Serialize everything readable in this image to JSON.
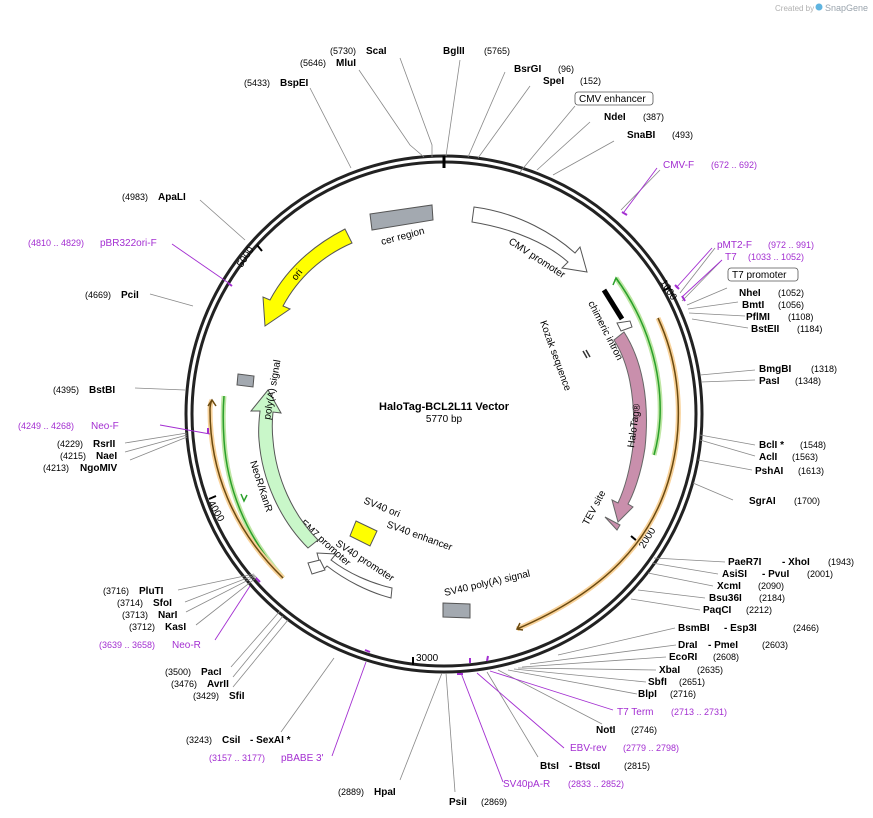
{
  "credit": {
    "created_by": "Created by",
    "brand": "SnapGene"
  },
  "map": {
    "title": "HaloTag-BCL2L11 Vector",
    "length_label": "5770 bp"
  },
  "ticks": [
    "1000",
    "2000",
    "3000",
    "4000",
    "5000"
  ],
  "features": {
    "cer_region": "cer region",
    "cmv_promoter": "CMV promoter",
    "chimeric_intron": "chimeric intron",
    "kozak": "Kozak sequence",
    "halotag": "HaloTag®",
    "tev": "TEV site",
    "sv40_polya": "SV40 poly(A) signal",
    "sv40_ori": "SV40 ori",
    "sv40_enhancer": "SV40 enhancer",
    "sv40_promoter": "SV40 promoter",
    "em7_promoter": "EM7 promoter",
    "neo": "NeoR/KanR",
    "polya_signal": "poly(A) signal",
    "ori": "ori"
  },
  "boxed_labels": {
    "cmv_enhancer": "CMV enhancer",
    "t7_promoter": "T7 promoter"
  },
  "enzymes": {
    "scai": {
      "name": "ScaI",
      "pos": "(5730)"
    },
    "mlui": {
      "name": "MluI",
      "pos": "(5646)"
    },
    "bspei": {
      "name": "BspEI",
      "pos": "(5433)"
    },
    "bglii": {
      "name": "BglII",
      "pos": "(5765)"
    },
    "bsrgi": {
      "name": "BsrGI",
      "pos": "(96)"
    },
    "spei": {
      "name": "SpeI",
      "pos": "(152)"
    },
    "ndei": {
      "name": "NdeI",
      "pos": "(387)"
    },
    "snabi": {
      "name": "SnaBI",
      "pos": "(493)"
    },
    "apali": {
      "name": "ApaLI",
      "pos": "(4983)"
    },
    "pcii": {
      "name": "PciI",
      "pos": "(4669)"
    },
    "bstbi": {
      "name": "BstBI",
      "pos": "(4395)"
    },
    "rsrii": {
      "name": "RsrII",
      "pos": "(4229)"
    },
    "naei": {
      "name": "NaeI",
      "pos": "(4215)"
    },
    "ngomiv": {
      "name": "NgoMIV",
      "pos": "(4213)"
    },
    "nhei": {
      "name": "NheI",
      "pos": "(1052)"
    },
    "bmti": {
      "name": "BmtI",
      "pos": "(1056)"
    },
    "pflmi": {
      "name": "PflMI",
      "pos": "(1108)"
    },
    "bsteii": {
      "name": "BstEII",
      "pos": "(1184)"
    },
    "bmgbi": {
      "name": "BmgBI",
      "pos": "(1318)"
    },
    "pasi": {
      "name": "PasI",
      "pos": "(1348)"
    },
    "bcli": {
      "name": "BclI *",
      "pos": "(1548)"
    },
    "acli": {
      "name": "AclI",
      "pos": "(1563)"
    },
    "pshai": {
      "name": "PshAI",
      "pos": "(1613)"
    },
    "sgrai": {
      "name": "SgrAI",
      "pos": "(1700)"
    },
    "paer7i": {
      "name": "PaeR7I",
      "name2": "- XhoI",
      "pos": "(1943)"
    },
    "asisi": {
      "name": "AsiSI",
      "name2": "- PvuI",
      "pos": "(2001)"
    },
    "xcmi": {
      "name": "XcmI",
      "pos": "(2090)"
    },
    "bsu36i": {
      "name": "Bsu36I",
      "pos": "(2184)"
    },
    "paqci": {
      "name": "PaqCI",
      "pos": "(2212)"
    },
    "bsmbi": {
      "name": "BsmBI",
      "name2": "- Esp3I",
      "pos": "(2466)"
    },
    "drai": {
      "name": "DraI",
      "name2": "- PmeI",
      "pos": "(2603)"
    },
    "ecori": {
      "name": "EcoRI",
      "pos": "(2608)"
    },
    "xbai": {
      "name": "XbaI",
      "pos": "(2635)"
    },
    "sbfi": {
      "name": "SbfI",
      "pos": "(2651)"
    },
    "blpi": {
      "name": "BlpI",
      "pos": "(2716)"
    },
    "noti": {
      "name": "NotI",
      "pos": "(2746)"
    },
    "btsi": {
      "name": "BtsI",
      "name2": "- BtsαI",
      "pos": "(2815)"
    },
    "psii": {
      "name": "PsiI",
      "pos": "(2869)"
    },
    "hpai": {
      "name": "HpaI",
      "pos": "(2889)"
    },
    "csii": {
      "name": "CsiI",
      "name2": "- SexAI *",
      "pos": "(3243)"
    },
    "sfii": {
      "name": "SfiI",
      "pos": "(3429)"
    },
    "avrii": {
      "name": "AvrII",
      "pos": "(3476)"
    },
    "paci": {
      "name": "PacI",
      "pos": "(3500)"
    },
    "kasi": {
      "name": "KasI",
      "pos": "(3712)"
    },
    "nari": {
      "name": "NarI",
      "pos": "(3713)"
    },
    "sfoi": {
      "name": "SfoI",
      "pos": "(3714)"
    },
    "pluti": {
      "name": "PluTI",
      "pos": "(3716)"
    }
  },
  "primers": {
    "cmvf": {
      "name": "CMV-F",
      "range": "(672 .. 692)"
    },
    "pmt2f": {
      "name": "pMT2-F",
      "range": "(972 .. 991)"
    },
    "t7": {
      "name": "T7",
      "range": "(1033 .. 1052)"
    },
    "t7term": {
      "name": "T7 Term",
      "range": "(2713 .. 2731)"
    },
    "ebvrev": {
      "name": "EBV-rev",
      "range": "(2779 .. 2798)"
    },
    "sv40par": {
      "name": "SV40pA-R",
      "range": "(2833 .. 2852)"
    },
    "pbabe3": {
      "name": "pBABE 3'",
      "range": "(3157 .. 3177)"
    },
    "neor": {
      "name": "Neo-R",
      "range": "(3639 .. 3658)"
    },
    "neof": {
      "name": "Neo-F",
      "range": "(4249 .. 4268)"
    },
    "pbr322": {
      "name": "pBR322ori-F",
      "range": "(4810 .. 4829)"
    }
  },
  "colors": {
    "halotag": "#c98fac",
    "ori": "#ffff00",
    "neo": "#c9f7c9",
    "grey": "#a3a9b0",
    "orange": "#f0a830",
    "green": "#2aa02a",
    "primer": "#a32ed1"
  }
}
